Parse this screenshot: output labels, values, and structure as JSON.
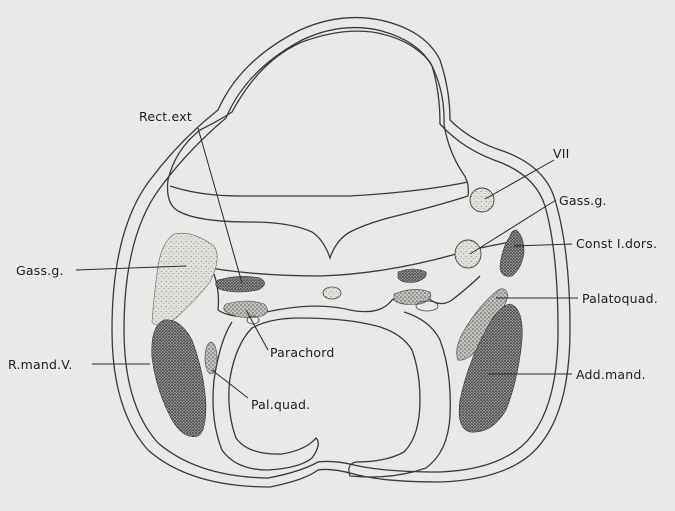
{
  "figure": {
    "labels": {
      "rect_ext": "Rect.ext",
      "vii": "VII",
      "gass_g_right": "Gass.g.",
      "const_i_dors": "Const I.dors.",
      "gass_g_left": "Gass.g.",
      "palatoquad": "Palatoquad.",
      "parachord": "Parachord",
      "r_mand_v": "R.mand.V.",
      "add_mand": "Add.mand.",
      "pal_quad": "Pal.quad."
    },
    "colors": {
      "paper": "#e9e9e7",
      "ink": "#2a2a2a",
      "stipple": "#555555"
    }
  }
}
